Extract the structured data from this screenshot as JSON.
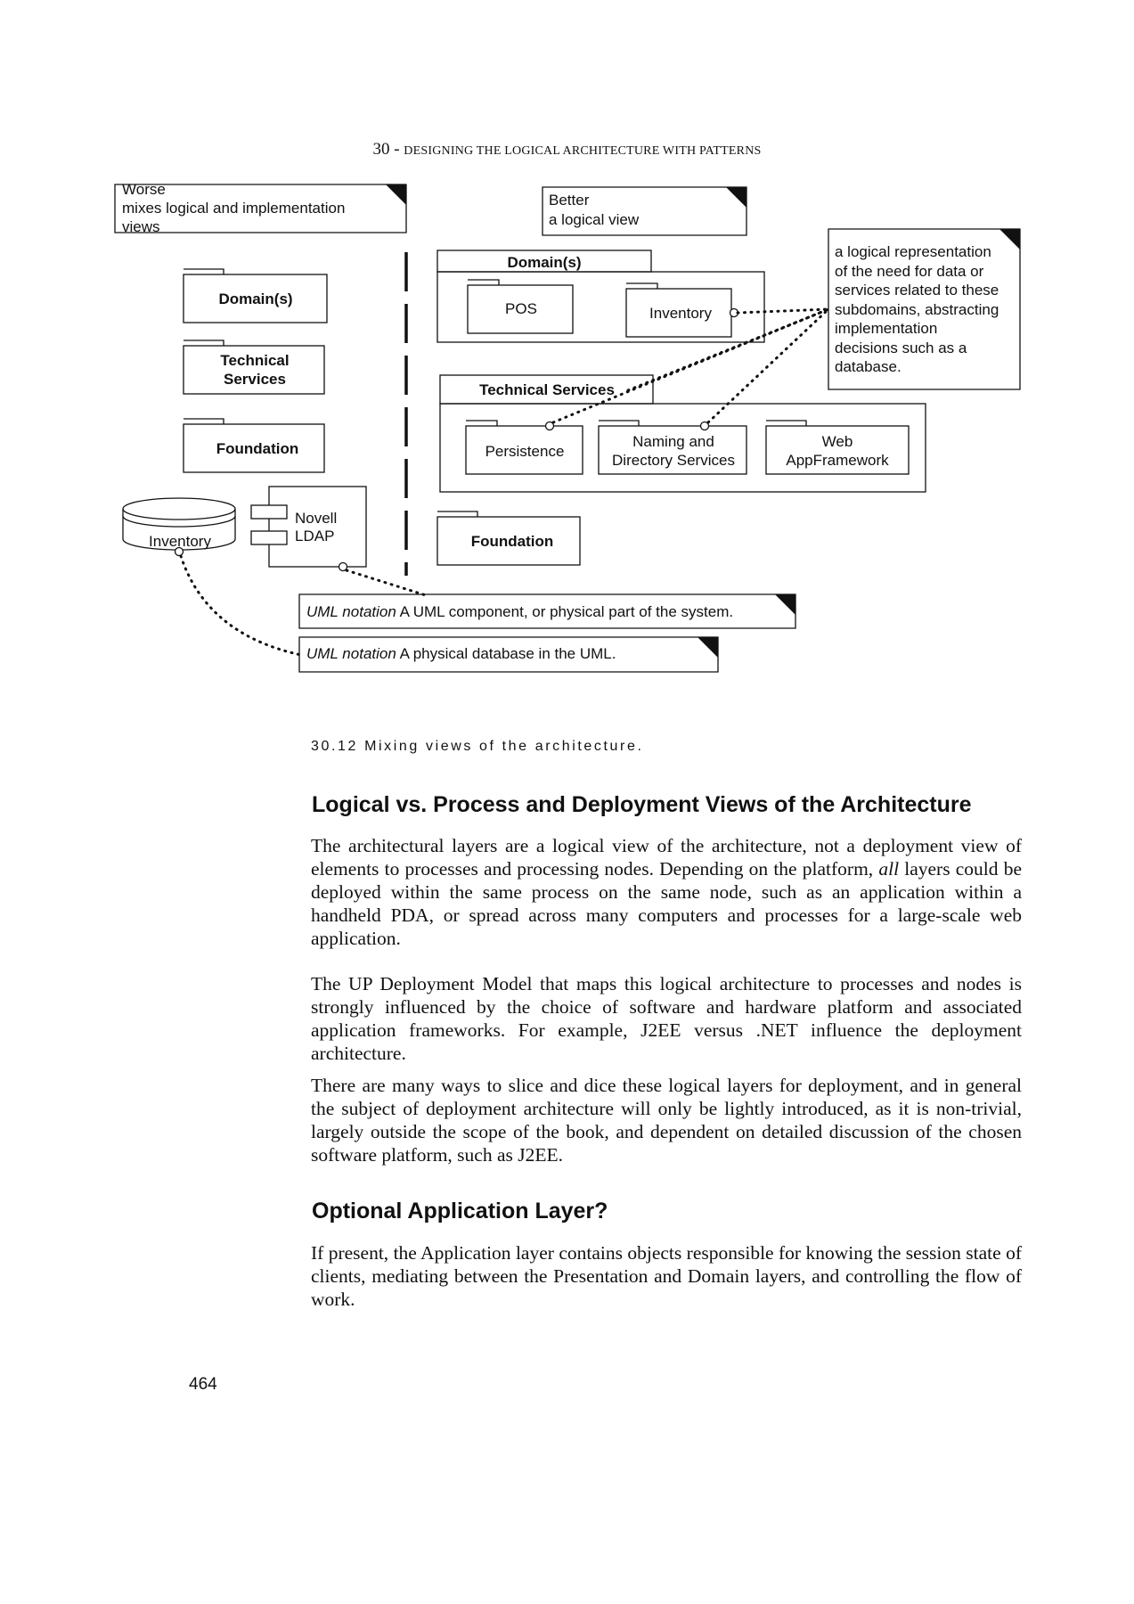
{
  "running_head": {
    "number": "30",
    "sep": " - ",
    "title": "DESIGNING THE LOGICAL ARCHITECTURE WITH PATTERNS"
  },
  "diagram": {
    "note_worse": [
      "Worse",
      "mixes logical and implementation",
      "views"
    ],
    "note_better": [
      "Better",
      "a logical view"
    ],
    "note_logical": [
      "a logical representation",
      "of the need for data or",
      "services related to these",
      "subdomains, abstracting",
      "implementation",
      "decisions such as a",
      "database."
    ],
    "left": {
      "domain": "Domain(s)",
      "technical": [
        "Technical",
        "Services"
      ],
      "foundation": "Foundation",
      "inventory_db": "Inventory",
      "ldap": [
        "Novell",
        "LDAP"
      ]
    },
    "right": {
      "domain": "Domain(s)",
      "pos": "POS",
      "inventory": "Inventory",
      "technical": "Technical Services",
      "persistence": "Persistence",
      "naming": [
        "Naming and",
        "Directory Services"
      ],
      "web": [
        "Web",
        "AppFramework"
      ],
      "foundation": "Foundation"
    },
    "uml_component": {
      "label": "UML notation",
      "text": " A UML component, or physical part of the system."
    },
    "uml_database": {
      "label": "UML notation",
      "text": " A physical database in the UML."
    }
  },
  "caption": "30.12 Mixing views of the architecture.",
  "sections": [
    {
      "heading": "Logical vs. Process and Deployment Views of the Architecture"
    },
    {
      "heading": "Optional Application Layer?"
    }
  ],
  "paragraphs": {
    "p1_em": "all",
    "p1_a": "The architectural layers are a logical view of the architecture, not a deployment view of elements to processes and processing nodes. Depending on the platform, ",
    "p1_b": " layers could be deployed within the same process on the same node, such as an application within a handheld PDA, or spread across many computers and processes for a large-scale web application.",
    "p2": "The UP Deployment Model that maps this logical architecture to processes and nodes is strongly influenced by the choice of software and hardware platform and associated application frameworks. For example, J2EE versus .NET influence the deployment architecture.",
    "p3": "There are many ways to slice and dice these logical layers for deployment, and in general the subject of deployment architecture will only be lightly introduced, as it is non-trivial, largely outside the scope of the book, and dependent on detailed discussion of the chosen software platform, such as J2EE.",
    "p4": "If present, the Application layer contains objects responsible for knowing the session state of clients, mediating between the Presentation and Domain layers, and controlling the flow of work."
  },
  "folio": "464"
}
